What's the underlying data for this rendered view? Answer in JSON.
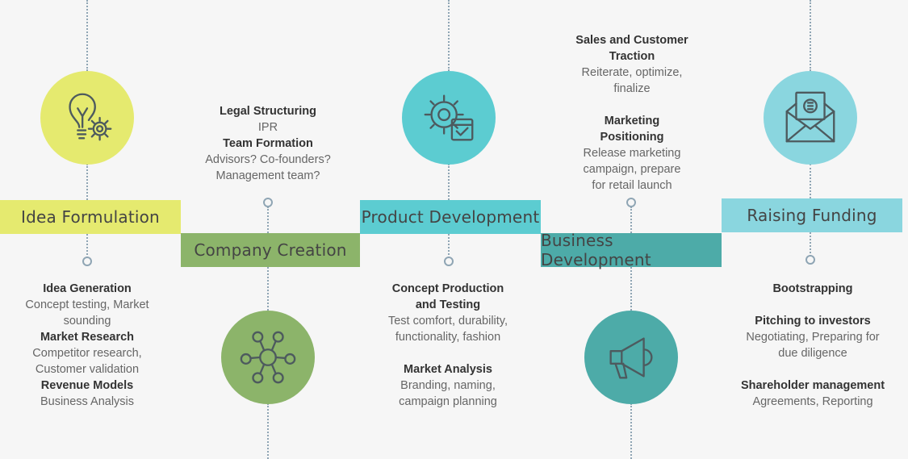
{
  "colors": {
    "idea": "#e5ea6f",
    "company": "#8cb46a",
    "product": "#5cccd1",
    "business": "#4daba8",
    "funding": "#8ad6df",
    "line": "#8fa5b4",
    "icon_stroke": "#4d5a5e"
  },
  "stages": [
    {
      "label": "Idea Formulation",
      "icon": "lightbulb-gear-icon"
    },
    {
      "label": "Company Creation",
      "icon": "network-icon"
    },
    {
      "label": "Product Development",
      "icon": "gear-checklist-icon"
    },
    {
      "label": "Business Development",
      "icon": "megaphone-icon"
    },
    {
      "label": "Raising Funding",
      "icon": "money-envelope-icon"
    }
  ],
  "idea": {
    "h1": "Idea Generation",
    "t1a": "Concept testing, Market",
    "t1b": "sounding",
    "h2": "Market Research",
    "t2a": "Competitor research,",
    "t2b": "Customer validation",
    "h3": "Revenue Models",
    "t3a": "Business Analysis"
  },
  "company": {
    "h1": "Legal Structuring",
    "t1a": "IPR",
    "h2": "Team Formation",
    "t2a": "Advisors? Co-founders?",
    "t2b": "Management team?"
  },
  "product": {
    "h1a": "Concept Production",
    "h1b": "and Testing",
    "t1a": "Test comfort, durability,",
    "t1b": "functionality, fashion",
    "h2": "Market Analysis",
    "t2a": "Branding, naming,",
    "t2b": "campaign planning"
  },
  "business": {
    "h1a": "Sales and Customer",
    "h1b": "Traction",
    "t1a": "Reiterate, optimize,",
    "t1b": "finalize",
    "h2a": "Marketing",
    "h2b": "Positioning",
    "t2a": "Release marketing",
    "t2b": "campaign, prepare",
    "t2c": "for retail launch"
  },
  "funding": {
    "h1": "Bootstrapping",
    "h2": "Pitching to investors",
    "t2a": "Negotiating, Preparing for",
    "t2b": "due diligence",
    "h3": "Shareholder management",
    "t3a": "Agreements, Reporting"
  }
}
